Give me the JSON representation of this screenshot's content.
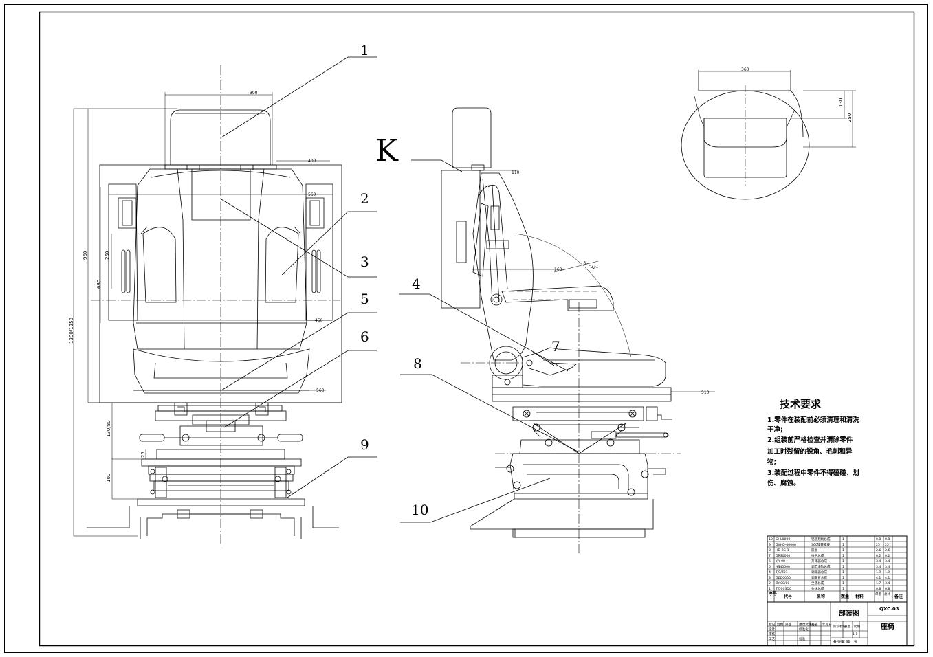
{
  "view_label": "K",
  "callouts": [
    "1",
    "2",
    "3",
    "4",
    "5",
    "6",
    "7",
    "8",
    "9",
    "10"
  ],
  "dimensions": {
    "front": [
      "390",
      "400",
      "560",
      "450",
      "560",
      "960",
      "250",
      "680",
      "1300/1250",
      "130/80",
      "25",
      "100"
    ],
    "side": [
      "110",
      "160",
      "5°~12°",
      "510"
    ],
    "detail": [
      "360",
      "130",
      "250"
    ]
  },
  "technical_requirements": {
    "title": "技术要求",
    "lines": [
      "1.零件在装配前必须清理和清洗",
      "干净;",
      "2.组装前严格检查并清除零件",
      "加工时残留的锐角、毛刺和异",
      "物;",
      "3.装配过程中零件不得磕碰、划",
      "伤、腐蚀。"
    ]
  },
  "parts_list": {
    "rows": [
      {
        "no": "10",
        "code": "GHL0000",
        "name": "铝翘翘板总成",
        "qty": "1",
        "w1": "0.8",
        "w2": "0.8"
      },
      {
        "no": "9",
        "code": "GXHD-00000",
        "name": "360旋转支座",
        "qty": "1",
        "w1": "25",
        "w2": "25"
      },
      {
        "no": "8",
        "code": "HD-BG-1",
        "name": "座板",
        "qty": "1",
        "w1": "2.6",
        "w2": "2.6"
      },
      {
        "no": "7",
        "code": "GRS0000",
        "name": "扶手总成",
        "qty": "1",
        "w1": "0.2",
        "w2": "0.2"
      },
      {
        "no": "6",
        "code": "YJY-00",
        "name": "升降器总成",
        "qty": "1",
        "w1": "3.4",
        "w2": "3.4"
      },
      {
        "no": "5",
        "code": "HS40000",
        "name": "调节滑轨总成",
        "qty": "1",
        "w1": "3.4",
        "w2": "3.4"
      },
      {
        "no": "4",
        "code": "TJS/Z01",
        "name": "调角器总成",
        "qty": "1",
        "w1": "1.9",
        "w2": "1.9"
      },
      {
        "no": "3",
        "code": "GZD0000",
        "name": "调靠背总成",
        "qty": "1",
        "w1": "4.1",
        "w2": "4.1"
      },
      {
        "no": "2",
        "code": "ZY-00/00",
        "name": "坐垫总成",
        "qty": "1",
        "w1": "1.7",
        "w2": "3.4"
      },
      {
        "no": "1",
        "code": "TZ-003D0",
        "name": "头枕总成",
        "qty": "1",
        "w1": "0.8",
        "w2": "0.8"
      }
    ],
    "header": {
      "no": "序号",
      "code": "代号",
      "name": "名称",
      "qty": "数量",
      "material": "材料",
      "single": "单重",
      "total": "总计",
      "note": "备注"
    }
  },
  "title_block": {
    "drawing_type": "部装图",
    "drawing_no": "QXC.03",
    "part_name": "座椅",
    "labels": [
      "标记",
      "处数",
      "分区",
      "更改文件号",
      "签名",
      "年月日",
      "设计",
      "标准化",
      "审核",
      "工艺",
      "批准",
      "阶段标记",
      "重量",
      "比例",
      "共",
      "张",
      "第",
      "张"
    ],
    "scale": "1:1",
    "sheet": "共 张 第 张"
  },
  "colors": {
    "line": "#000000",
    "background": "#ffffff"
  }
}
